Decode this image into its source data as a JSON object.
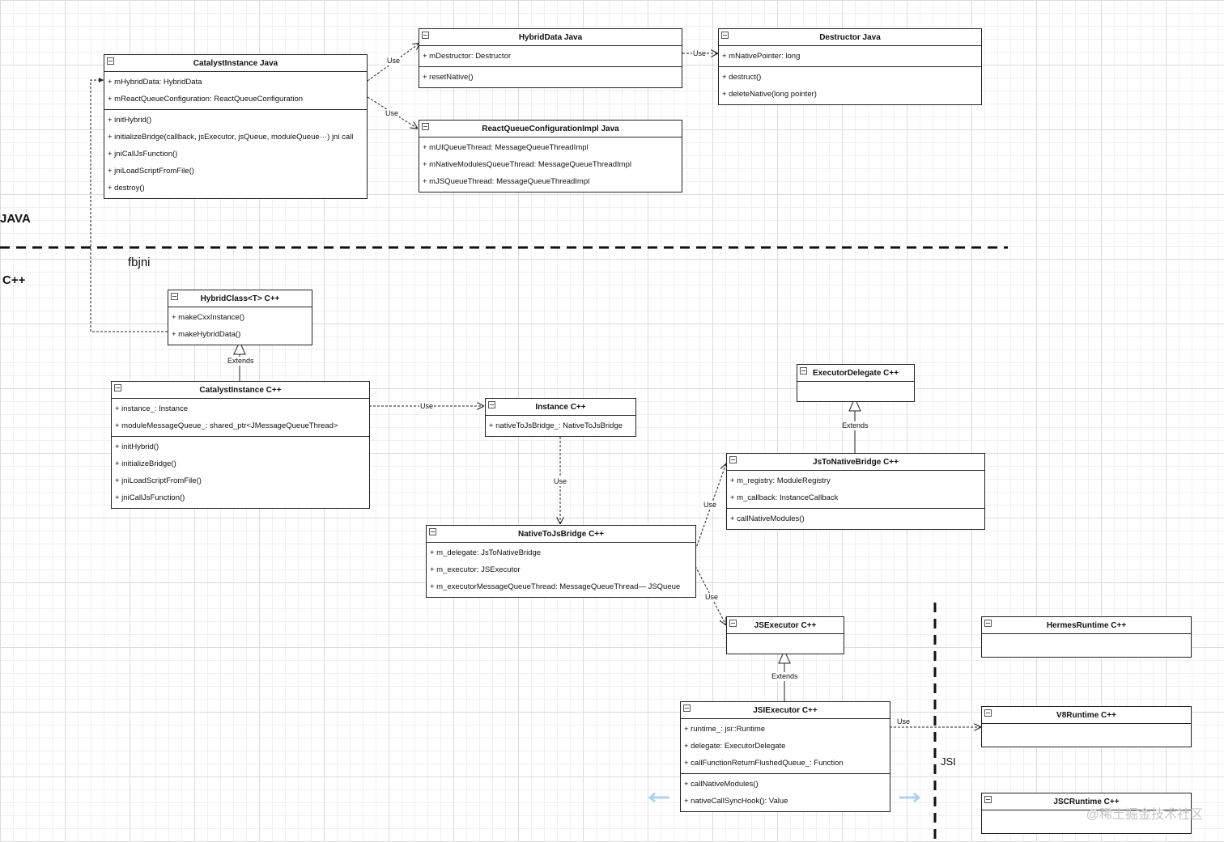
{
  "regions": {
    "java": "JAVA",
    "fbjni": "fbjni",
    "cpp": "C++",
    "jsi": "JSI"
  },
  "edge_labels": {
    "use": "Use",
    "extends": "Extends"
  },
  "classes": {
    "catalyst_java": {
      "title": "CatalystInstance Java",
      "attributes": [
        "+ mHybridData: HybridData",
        "+ mReactQueueConfiguration: ReactQueueConfiguration"
      ],
      "methods": [
        "+ initHybrid()",
        "+ initializeBridge(callback, jsExecutor, jsQueue, moduleQueue···) jni call",
        "+ jniCallJsFunction()",
        "+ jniLoadScriptFromFile()",
        "+ destroy()"
      ]
    },
    "hybriddata_java": {
      "title": "HybridData Java",
      "attributes": [
        "+ mDestructor: Destructor"
      ],
      "methods": [
        "+ resetNative()"
      ]
    },
    "destructor_java": {
      "title": "Destructor Java",
      "attributes": [
        "+ mNativePointer: long"
      ],
      "methods": [
        "+ destruct()",
        "+ deleteNative(long pointer)"
      ]
    },
    "rqc_java": {
      "title": "ReactQueueConfigurationImpl Java",
      "attributes": [
        "+ mUIQueueThread: MessageQueueThreadImpl",
        "+ mNativeModulesQueueThread: MessageQueueThreadImpl",
        "+ mJSQueueThread: MessageQueueThreadImpl"
      ]
    },
    "hybridclass_cpp": {
      "title": "HybridClass<T> C++",
      "attributes": [
        "+ makeCxxInstance()",
        "+ makeHybridData()"
      ]
    },
    "catalyst_cpp": {
      "title": "CatalystInstance C++",
      "attributes": [
        "+ instance_: Instance",
        "+ moduleMessageQueue_: shared_ptr<JMessageQueueThread>"
      ],
      "methods": [
        "+ initHybrid()",
        "+ initializeBridge()",
        "+ jniLoadScriptFromFile()",
        "+ jniCallJsFunction()"
      ]
    },
    "instance_cpp": {
      "title": "Instance C++",
      "attributes": [
        "+ nativeToJsBridge_: NativeToJsBridge"
      ]
    },
    "executordelegate_cpp": {
      "title": "ExecutorDelegate C++"
    },
    "jstonative_cpp": {
      "title": "JsToNativeBridge C++",
      "attributes": [
        "+ m_registry: ModuleRegistry",
        "+ m_callback: InstanceCallback"
      ],
      "methods": [
        "+ callNativeModules()"
      ]
    },
    "nativetojs_cpp": {
      "title": "NativeToJsBridge C++",
      "attributes": [
        "+ m_delegate: JsToNativeBridge",
        "+ m_executor: JSExecutor",
        "+ m_executorMessageQueueThread: MessageQueueThread— JSQueue"
      ]
    },
    "jsexecutor_cpp": {
      "title": "JSExecutor C++"
    },
    "jsiexecutor_cpp": {
      "title": "JSIExecutor C++",
      "attributes": [
        "+ runtime_: jsi::Runtime",
        "+ delegate: ExecutorDelegate",
        "+ callFunctionReturnFlushedQueue_: Function"
      ],
      "methods": [
        "+ callNativeModules()",
        "+ nativeCallSyncHook(): Value"
      ]
    },
    "hermes_cpp": {
      "title": "HermesRuntime C++"
    },
    "v8_cpp": {
      "title": "V8Runtime C++"
    },
    "jsc_cpp": {
      "title": "JSCRuntime C++"
    }
  },
  "watermark": "@稀土掘金技术社区"
}
